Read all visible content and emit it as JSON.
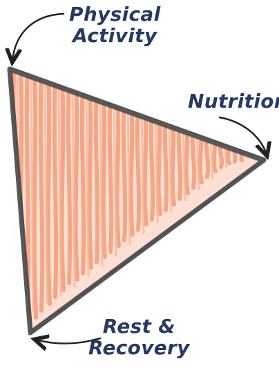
{
  "labels": {
    "physical_activity": [
      "Physical",
      "Activity"
    ],
    "nutrition": "Nutrition",
    "rest_recovery": [
      "Rest &",
      "Recovery"
    ]
  },
  "colors": {
    "label_text": "#263a63",
    "triangle_outline": "#4a4a4a",
    "hatch_fill": "#f4a07d",
    "arrow": "#222222"
  }
}
